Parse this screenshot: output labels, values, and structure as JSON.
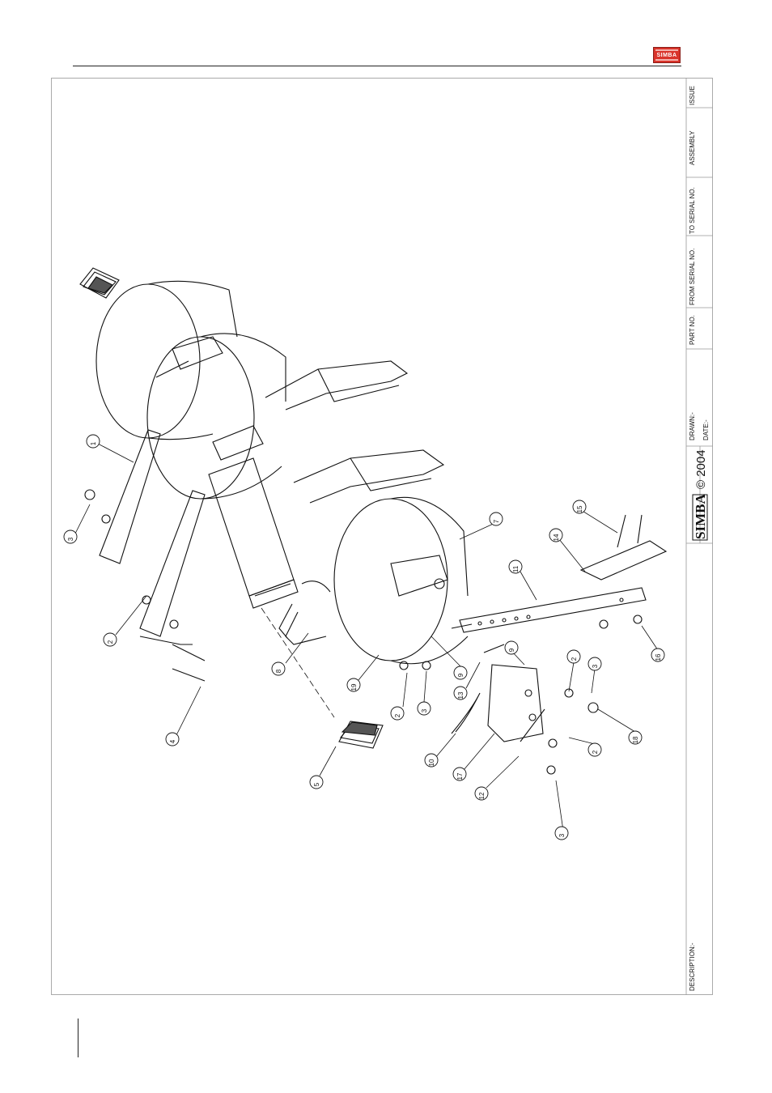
{
  "header": {
    "logo_text": "SIMBA"
  },
  "title_block": {
    "issue": "ISSUE",
    "assembly": "ASSEMBLY",
    "to_serial": "TO SERIAL NO.",
    "from_serial": "FROM SERIAL NO.",
    "part_no": "PART NO.",
    "drawn": "DRAWN:-",
    "date": "DATE:-",
    "copyright": "© 2004",
    "brand": "SIMBA",
    "description": "DESCRIPTION:-"
  },
  "callouts": [
    {
      "label": "1"
    },
    {
      "label": "3"
    },
    {
      "label": "2"
    },
    {
      "label": "4"
    },
    {
      "label": "5"
    },
    {
      "label": "8"
    },
    {
      "label": "19"
    },
    {
      "label": "2"
    },
    {
      "label": "3"
    },
    {
      "label": "9"
    },
    {
      "label": "13"
    },
    {
      "label": "10"
    },
    {
      "label": "17"
    },
    {
      "label": "12"
    },
    {
      "label": "3"
    },
    {
      "label": "9"
    },
    {
      "label": "2"
    },
    {
      "label": "3"
    },
    {
      "label": "2"
    },
    {
      "label": "18"
    },
    {
      "label": "16"
    },
    {
      "label": "11"
    },
    {
      "label": "14"
    },
    {
      "label": "15"
    },
    {
      "label": "7"
    }
  ]
}
